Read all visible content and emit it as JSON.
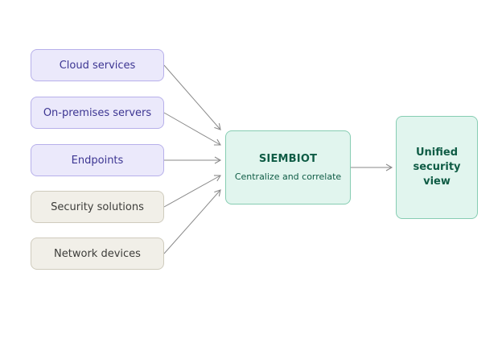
{
  "sources": [
    {
      "label": "Cloud services",
      "category": "purple"
    },
    {
      "label": "On-premises servers",
      "category": "purple"
    },
    {
      "label": "Endpoints",
      "category": "purple"
    },
    {
      "label": "Security solutions",
      "category": "beige"
    },
    {
      "label": "Network devices",
      "category": "beige"
    }
  ],
  "hub": {
    "title": "SIEMBIOT",
    "subtitle": "Centralize and correlate"
  },
  "output": {
    "label": "Unified security view"
  },
  "colors": {
    "source_purple_fill": "#ebe9fb",
    "source_purple_border": "#b7b0ea",
    "source_purple_text": "#3c3592",
    "source_beige_fill": "#f1efe8",
    "source_beige_border": "#cfcbbd",
    "hub_fill": "#e1f5ee",
    "hub_border": "#86cdb2",
    "hub_text": "#0f5c45",
    "arrow": "#8a8a8a"
  }
}
